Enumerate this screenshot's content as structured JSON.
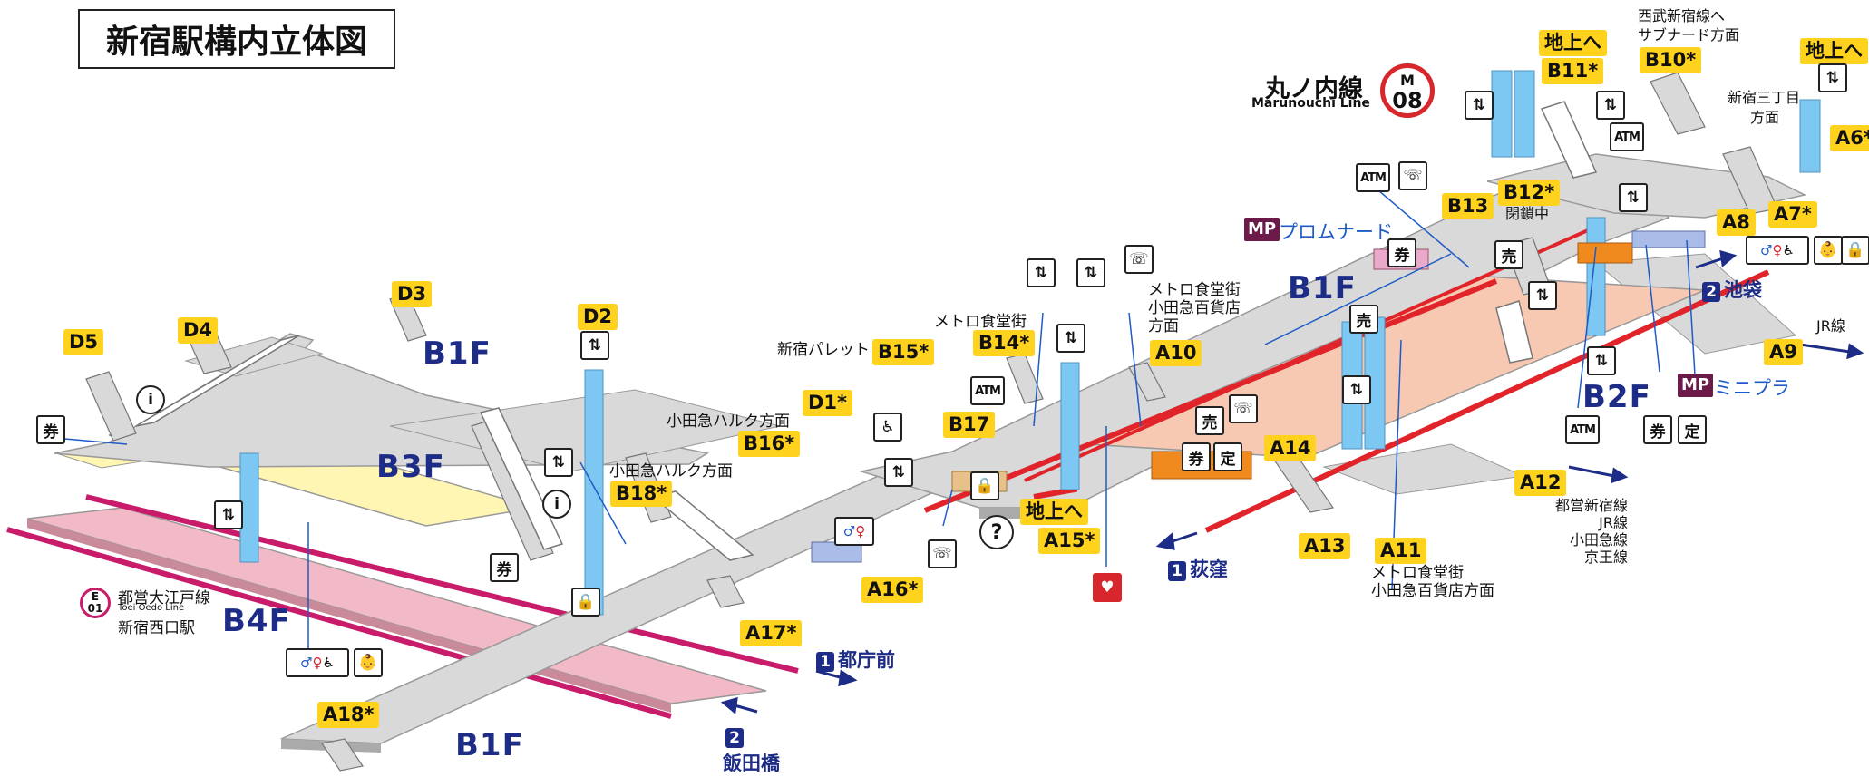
{
  "title": "新宿駅構内立体図",
  "lines": {
    "marunouchi": {
      "name": "丸ノ内線",
      "name_en": "Marunouchi Line",
      "letter": "M",
      "number": "08",
      "color": "#d8262d"
    },
    "oedo": {
      "name": "都営大江戸線",
      "name_en": "Toei Oedo Line",
      "station": "新宿西口駅",
      "letter": "E",
      "number": "01",
      "color": "#c81b69"
    }
  },
  "floors": {
    "b1f_a": "B1F",
    "b1f_b": "B1F",
    "b1f_c": "B1F",
    "b2f": "B2F",
    "b3f": "B3F",
    "b4f": "B4F"
  },
  "exits": {
    "d5": "D5",
    "d4": "D4",
    "d3": "D3",
    "d2": "D2",
    "d1": "D1*",
    "b18": "B18*",
    "b16": "B16*",
    "b15": "B15*",
    "b14": "B14*",
    "b17": "B17",
    "a10": "A10",
    "a15": "A15*",
    "a16": "A16*",
    "a17": "A17*",
    "a18": "A18*",
    "a14": "A14",
    "a13": "A13",
    "a11": "A11",
    "a12": "A12",
    "a9": "A9",
    "a8": "A8",
    "a7": "A7*",
    "a6": "A6*",
    "b13": "B13",
    "b12": "B12*",
    "b11": "B11*",
    "b10": "B10*",
    "chijo_1": "地上へ",
    "chijo_2": "地上へ",
    "chijo_3": "地上へ"
  },
  "directions": {
    "hulk_1": "小田急ハルク方面",
    "hulk_2": "小田急ハルク方面",
    "palette": "新宿パレット",
    "metro_shokudo": "メトロ食堂街",
    "metro_odakyu_1": "メトロ食堂街",
    "metro_odakyu_2": "小田急百貨店",
    "metro_odakyu_3": "方面",
    "a11_dir_1": "メトロ食堂街",
    "a11_dir_2": "小田急百貨店方面",
    "a12_dir_1": "都営新宿線",
    "a12_dir_2": "JR線",
    "a12_dir_3": "小田急線",
    "a12_dir_4": "京王線",
    "jr": "JR線",
    "seibu_1": "西武新宿線へ",
    "seibu_2": "サブナード方面",
    "sanchome_1": "新宿三丁目",
    "sanchome_2": "方面",
    "closed": "閉鎖中"
  },
  "destinations": {
    "ogikubo_num": "1",
    "ogikubo": "荻窪",
    "ikebukuro_num": "2",
    "ikebukuro": "池袋",
    "tochomae_num": "1",
    "tochomae": "都庁前",
    "iidabashi_num": "2",
    "iidabashi": "飯田橋"
  },
  "malls": {
    "mp_1": "MP",
    "promenade": "プロムナード",
    "mp_2": "MP",
    "minipla": "ミニプラ"
  },
  "icons": {
    "atm": "ATM",
    "info": "i",
    "question": "?",
    "ticket_gate": "定",
    "shop": "売",
    "phone": "☏",
    "elevator": "⇅",
    "toilet_m": "♂",
    "toilet_f": "♀",
    "accessible": "♿",
    "aed": "♥",
    "baby": "👶",
    "ticket_machine": "券",
    "coin_locker": "🔒"
  },
  "colors": {
    "concourse": "#d9d9d9",
    "b3f": "#fff6b4",
    "b4f": "#f2b9c7",
    "b2f": "#f7c9b2",
    "elevator": "#7cc8f2",
    "marunouchi": "#e0242a",
    "oedo": "#c81b69",
    "exit": "#ffd21e",
    "floor_label": "#1d2c86"
  }
}
